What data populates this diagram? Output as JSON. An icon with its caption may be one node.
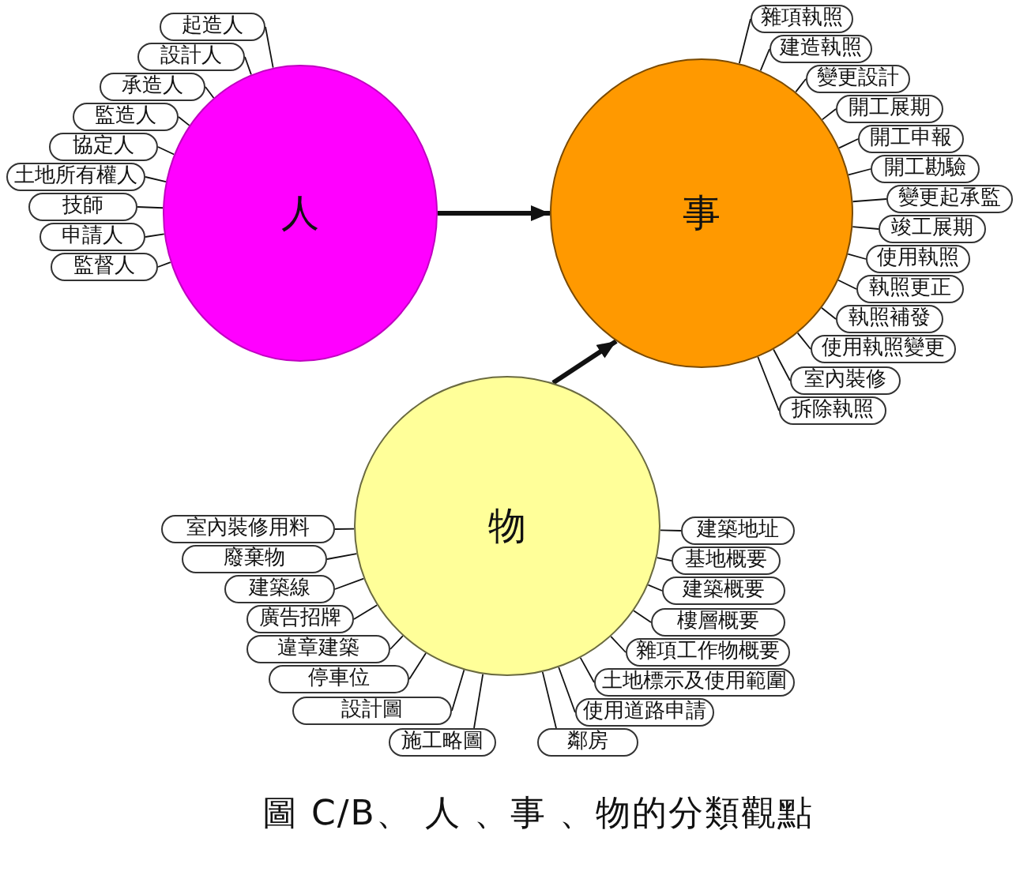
{
  "diagram": {
    "caption": "圖 C/B、 人 、事 、物的分類觀點",
    "nodes": [
      {
        "text": [
          "人"
        ]
      },
      {
        "text": [
          "起造人"
        ]
      },
      {
        "text": [
          "設計人"
        ]
      },
      {
        "text": [
          "承造人"
        ]
      },
      {
        "text": [
          "監造人"
        ]
      },
      {
        "text": [
          "協定人"
        ]
      },
      {
        "text": [
          "土地所有權人"
        ]
      },
      {
        "text": [
          "技師"
        ]
      },
      {
        "text": [
          "申請人"
        ]
      },
      {
        "text": [
          "監督人"
        ]
      },
      {
        "text": [
          "事"
        ]
      },
      {
        "text": [
          "雜項執照"
        ]
      },
      {
        "text": [
          "建造執照"
        ]
      },
      {
        "text": [
          "變更設計"
        ]
      },
      {
        "text": [
          "開工展期"
        ]
      },
      {
        "text": [
          "開工申報"
        ]
      },
      {
        "text": [
          "開工勘驗"
        ]
      },
      {
        "text": [
          "變更起承監"
        ]
      },
      {
        "text": [
          "竣工展期"
        ]
      },
      {
        "text": [
          "使用執照"
        ]
      },
      {
        "text": [
          "執照更正"
        ]
      },
      {
        "text": [
          "執照補發"
        ]
      },
      {
        "text": [
          "使用執照變更"
        ]
      },
      {
        "text": [
          "室內裝修"
        ]
      },
      {
        "text": [
          "拆除執照"
        ]
      },
      {
        "text": [
          "物"
        ]
      },
      {
        "text": [
          "室內裝修用料"
        ]
      },
      {
        "text": [
          "廢棄物"
        ]
      },
      {
        "text": [
          "建築線"
        ]
      },
      {
        "text": [
          "廣告招牌"
        ]
      },
      {
        "text": [
          "違章建築"
        ]
      },
      {
        "text": [
          "停車位"
        ]
      },
      {
        "text": [
          "設計圖"
        ]
      },
      {
        "text": [
          "施工略圖"
        ]
      },
      {
        "text": [
          "鄰房"
        ]
      },
      {
        "text": [
          "使用道路申請"
        ]
      },
      {
        "text": [
          "土地標示及使用範圍"
        ]
      },
      {
        "text": [
          "雜項工作物概要"
        ]
      },
      {
        "text": [
          "樓層概要"
        ]
      },
      {
        "text": [
          "建築概要"
        ]
      },
      {
        "text": [
          "基地概要"
        ]
      },
      {
        "text": [
          "建築地址"
        ]
      }
    ],
    "edges": [
      {
        "from": 0,
        "to": 10,
        "arrow": "to",
        "style": "thick"
      },
      {
        "from": 25,
        "to": 10,
        "arrow": "to",
        "style": "thick"
      },
      {
        "from": 1,
        "to": 0,
        "arrow": "none"
      },
      {
        "from": 2,
        "to": 0,
        "arrow": "none"
      },
      {
        "from": 3,
        "to": 0,
        "arrow": "none"
      },
      {
        "from": 4,
        "to": 0,
        "arrow": "none"
      },
      {
        "from": 5,
        "to": 0,
        "arrow": "none"
      },
      {
        "from": 6,
        "to": 0,
        "arrow": "none"
      },
      {
        "from": 7,
        "to": 0,
        "arrow": "none"
      },
      {
        "from": 8,
        "to": 0,
        "arrow": "none"
      },
      {
        "from": 9,
        "to": 0,
        "arrow": "none"
      },
      {
        "from": 11,
        "to": 10,
        "arrow": "none"
      },
      {
        "from": 12,
        "to": 10,
        "arrow": "none"
      },
      {
        "from": 13,
        "to": 10,
        "arrow": "none"
      },
      {
        "from": 14,
        "to": 10,
        "arrow": "none"
      },
      {
        "from": 15,
        "to": 10,
        "arrow": "none"
      },
      {
        "from": 16,
        "to": 10,
        "arrow": "none"
      },
      {
        "from": 17,
        "to": 10,
        "arrow": "none"
      },
      {
        "from": 18,
        "to": 10,
        "arrow": "none"
      },
      {
        "from": 19,
        "to": 10,
        "arrow": "none"
      },
      {
        "from": 20,
        "to": 10,
        "arrow": "none"
      },
      {
        "from": 21,
        "to": 10,
        "arrow": "none"
      },
      {
        "from": 22,
        "to": 10,
        "arrow": "none"
      },
      {
        "from": 23,
        "to": 10,
        "arrow": "none"
      },
      {
        "from": 24,
        "to": 10,
        "arrow": "none"
      },
      {
        "from": 26,
        "to": 25,
        "arrow": "none"
      },
      {
        "from": 27,
        "to": 25,
        "arrow": "none"
      },
      {
        "from": 28,
        "to": 25,
        "arrow": "none"
      },
      {
        "from": 29,
        "to": 25,
        "arrow": "none"
      },
      {
        "from": 30,
        "to": 25,
        "arrow": "none"
      },
      {
        "from": 31,
        "to": 25,
        "arrow": "none"
      },
      {
        "from": 32,
        "to": 25,
        "arrow": "none"
      },
      {
        "from": 33,
        "to": 25,
        "arrow": "none"
      },
      {
        "from": 34,
        "to": 25,
        "arrow": "none"
      },
      {
        "from": 35,
        "to": 25,
        "arrow": "none"
      },
      {
        "from": 36,
        "to": 25,
        "arrow": "none"
      },
      {
        "from": 37,
        "to": 25,
        "arrow": "none"
      },
      {
        "from": 38,
        "to": 25,
        "arrow": "none"
      },
      {
        "from": 39,
        "to": 25,
        "arrow": "none"
      },
      {
        "from": 40,
        "to": 25,
        "arrow": "none"
      },
      {
        "from": 41,
        "to": 25,
        "arrow": "none"
      }
    ]
  }
}
